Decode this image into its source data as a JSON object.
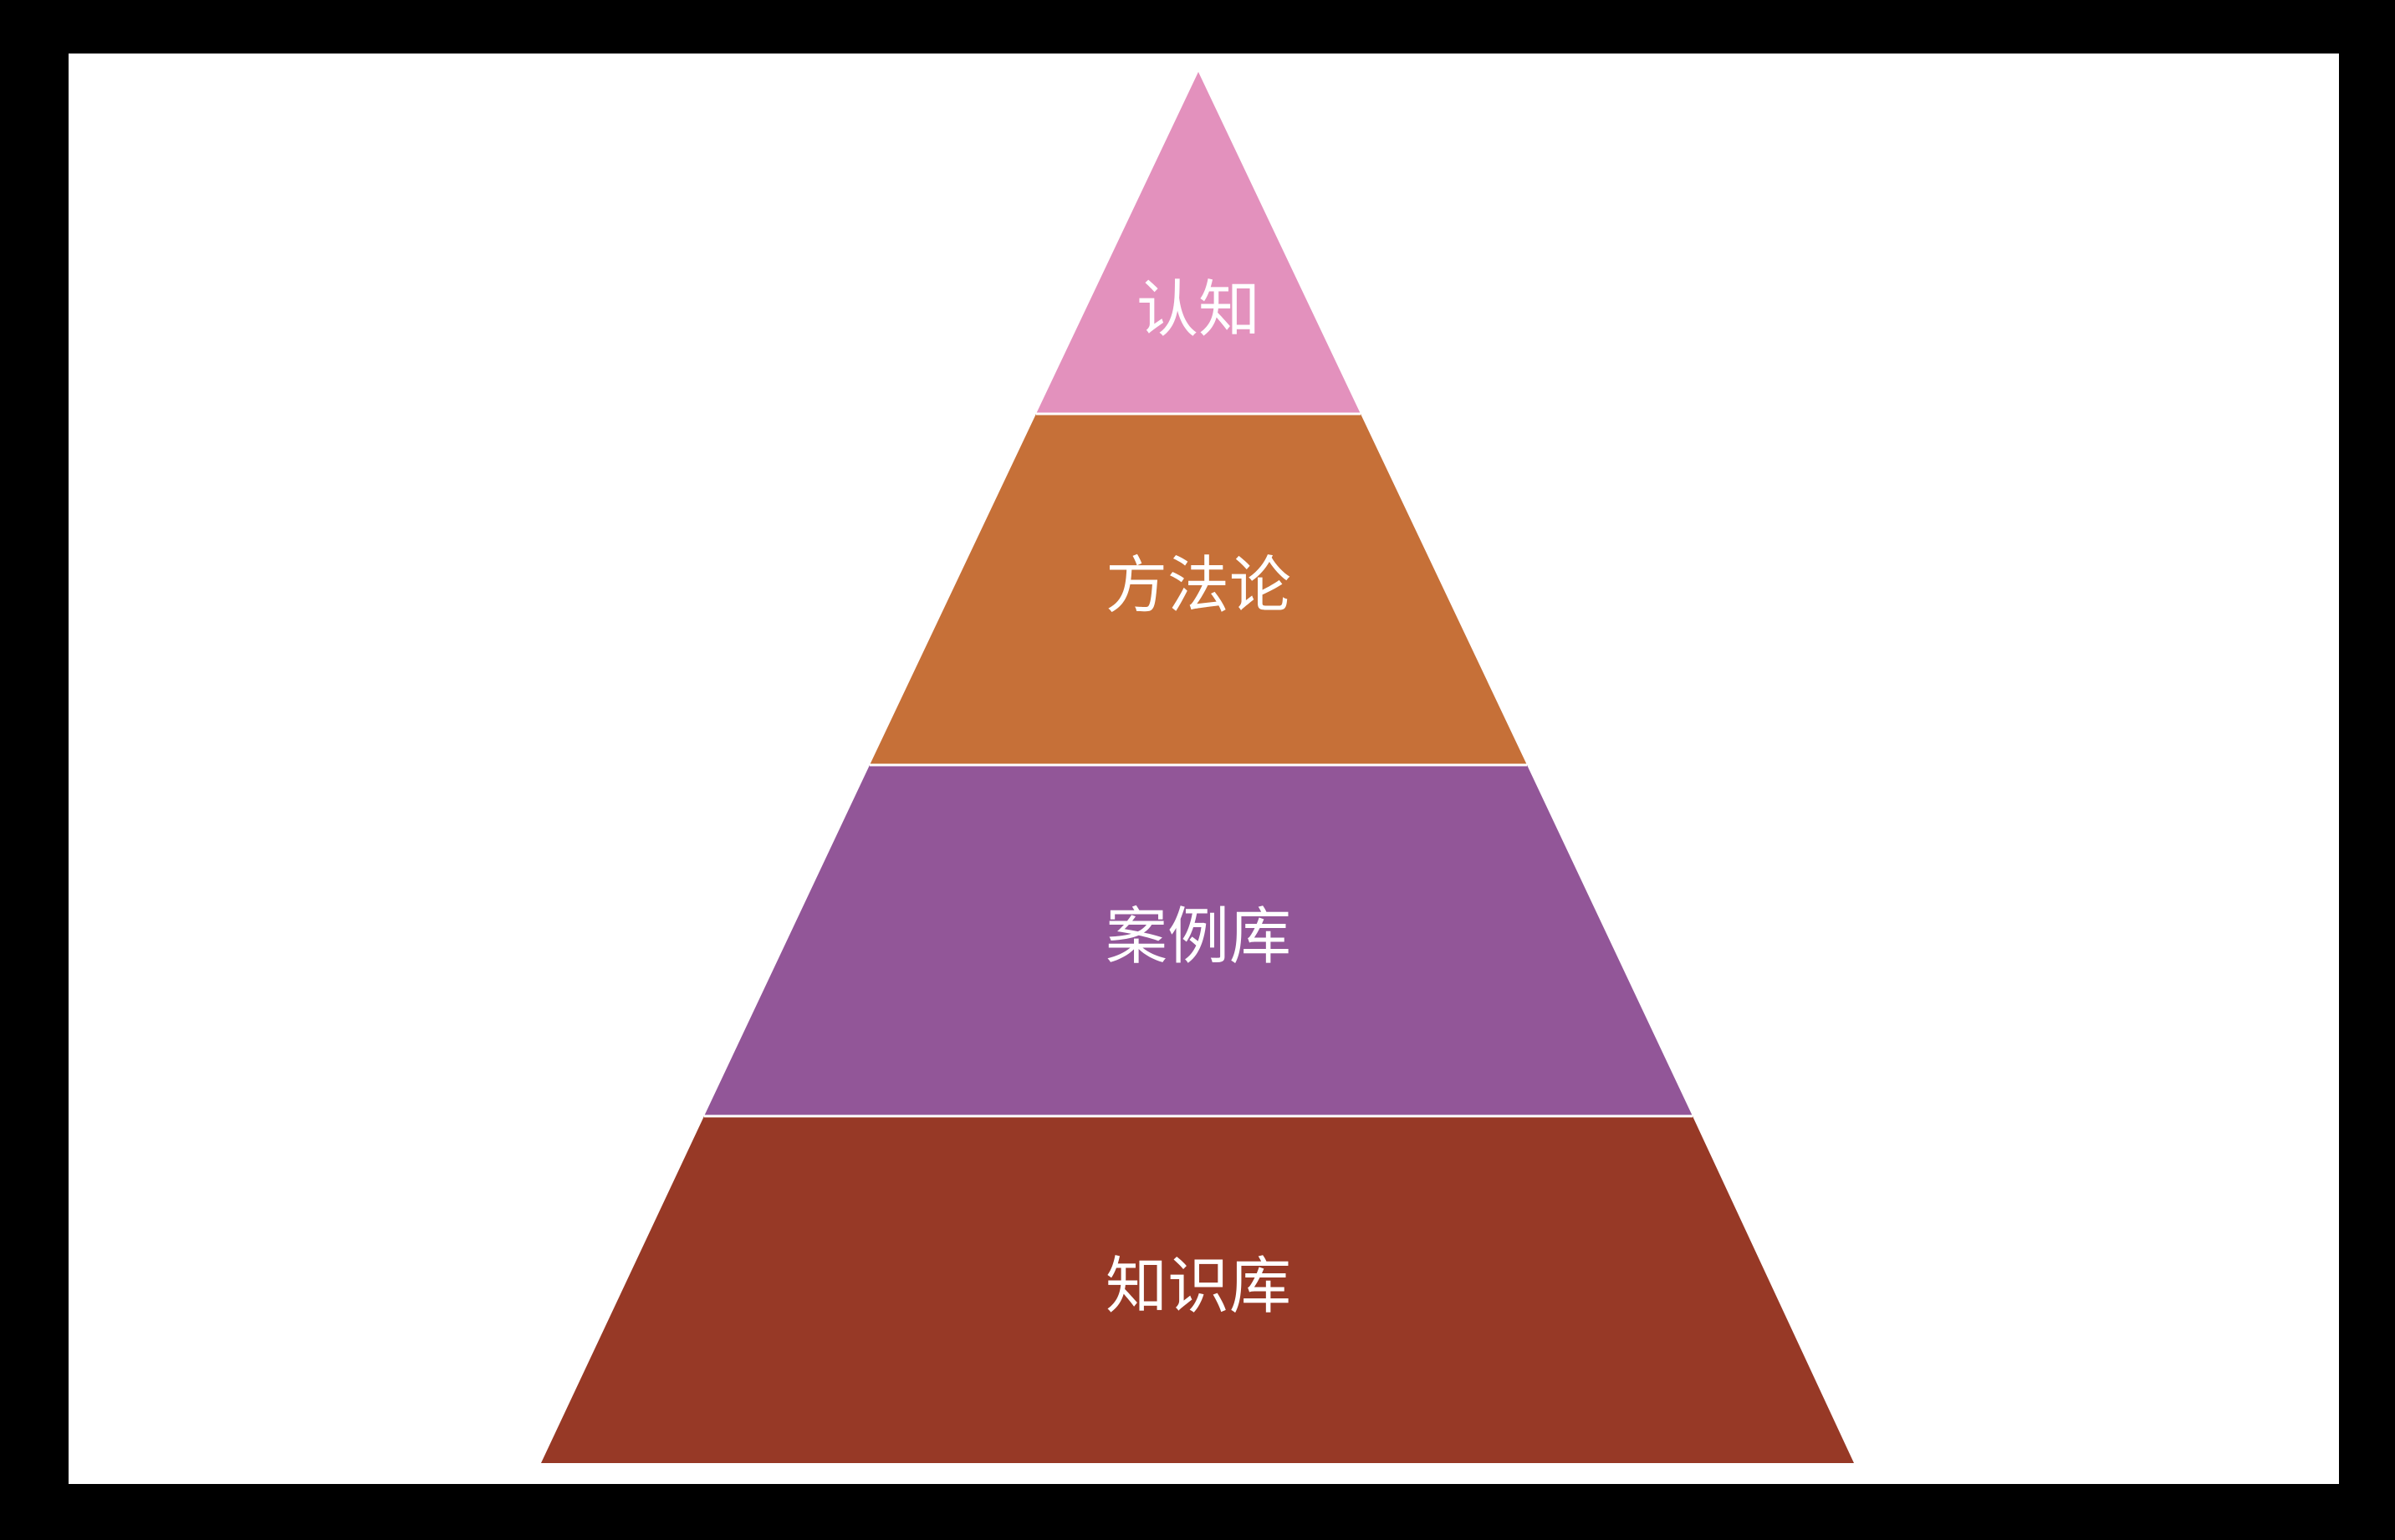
{
  "pyramid": {
    "layers": [
      {
        "label": "认知",
        "color": "#e391bd"
      },
      {
        "label": "方法论",
        "color": "#c67038"
      },
      {
        "label": "案例库",
        "color": "#925698"
      },
      {
        "label": "知识库",
        "color": "#973926"
      }
    ],
    "separator_color": "#ffffff"
  }
}
